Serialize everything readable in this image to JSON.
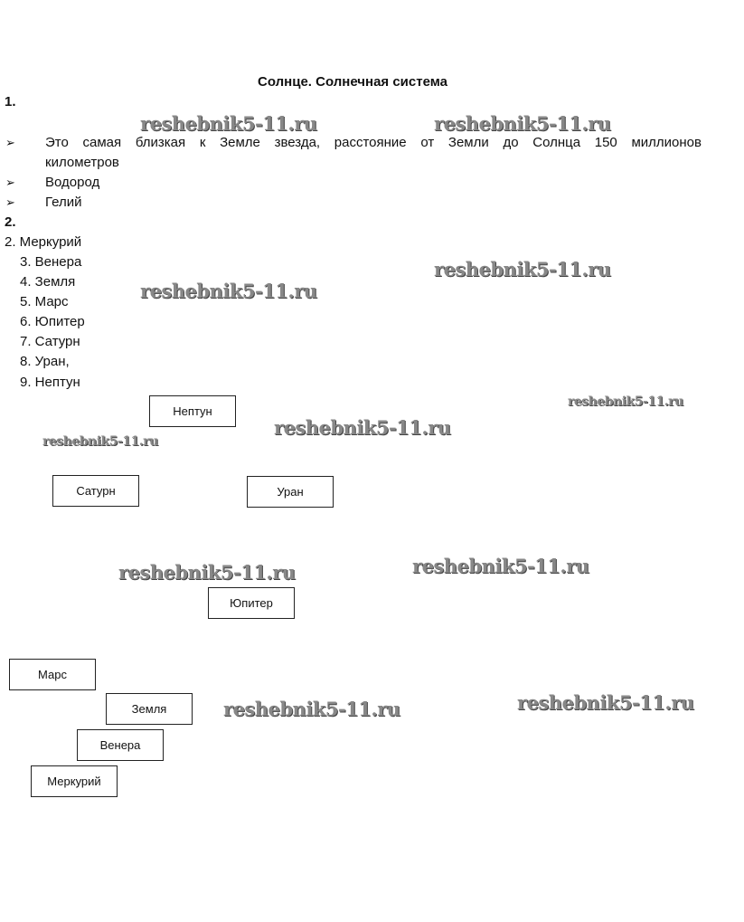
{
  "title": "Солнце. Солнечная система",
  "section1": {
    "number": "1.",
    "bullets": [
      "Это самая близкая к Земле звезда, расстояние от Земли до Солнца 150 миллионов",
      "километров",
      "Водород",
      "Гелий"
    ],
    "bullet_icon": "➢"
  },
  "section2": {
    "number": "2.",
    "planets": [
      "2. Меркурий",
      "3. Венера",
      "4. Земля",
      "5. Марс",
      "6. Юпитер",
      "7. Сатурн",
      "8. Уран,",
      "9. Нептун"
    ]
  },
  "boxes": [
    "Нептун",
    "Сатурн",
    "Уран",
    "Юпитер",
    "Марс",
    "Земля",
    "Венера",
    "Меркурий"
  ],
  "watermark": "reshebnik5-11.ru"
}
